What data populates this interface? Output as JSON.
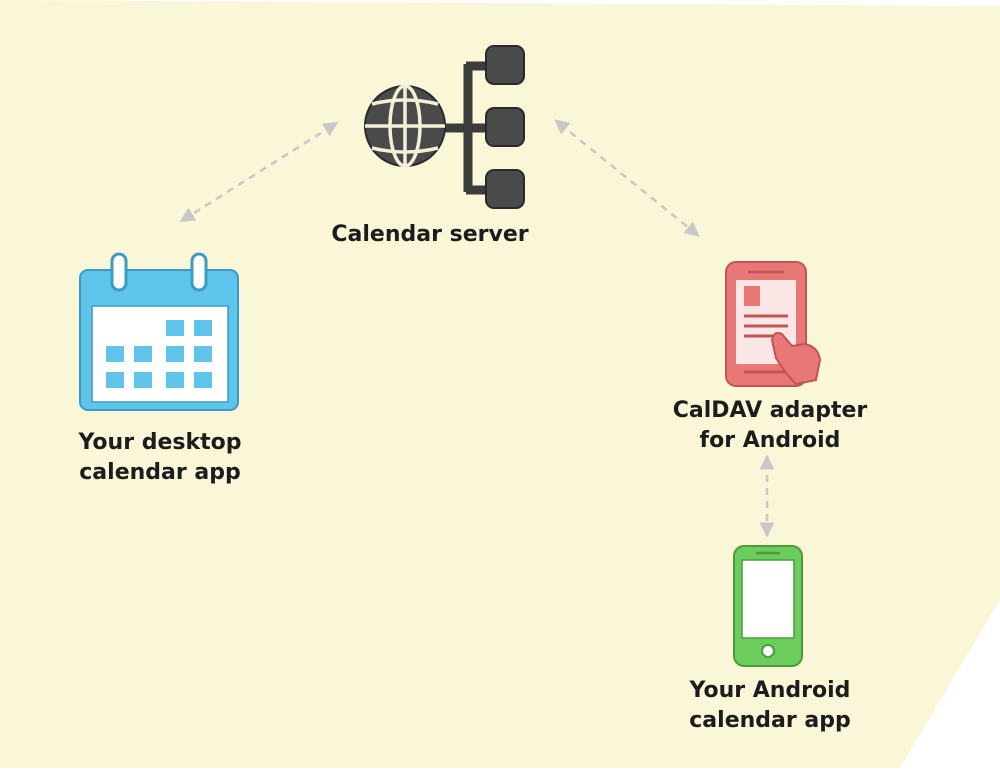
{
  "diagram": {
    "background_color": "#faf6d8",
    "arrow_color": "#c8c8c8",
    "nodes": {
      "server": {
        "label": "Calendar server",
        "icon": "globe-network-icon",
        "color": "#4a4a4a"
      },
      "desktop": {
        "label_lines": [
          "Your desktop",
          "calendar app"
        ],
        "icon": "calendar-icon",
        "color": "#5ec4ea"
      },
      "adapter": {
        "label_lines": [
          "CalDAV adapter",
          "for Android"
        ],
        "icon": "phone-touch-icon",
        "color": "#e87878"
      },
      "android": {
        "label_lines": [
          "Your Android",
          "calendar app"
        ],
        "icon": "android-phone-icon",
        "color": "#6ccc5c"
      }
    },
    "connections": [
      {
        "from": "server",
        "to": "desktop",
        "direction": "both"
      },
      {
        "from": "server",
        "to": "adapter",
        "direction": "both"
      },
      {
        "from": "adapter",
        "to": "android",
        "direction": "both"
      }
    ]
  }
}
